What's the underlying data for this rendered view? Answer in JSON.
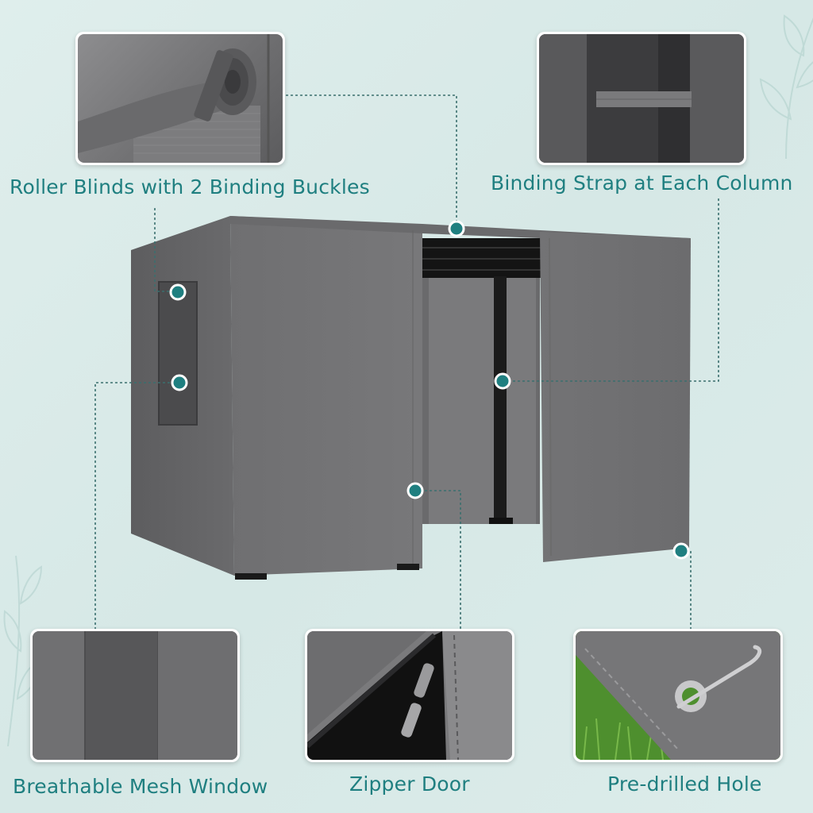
{
  "colors": {
    "accent": "#1f7f80",
    "enclosure": "#6e6e70",
    "background": "#dbeceb"
  },
  "features": {
    "roller_blinds": "Roller Blinds with 2 Binding Buckles",
    "binding_strap": "Binding Strap at Each Column",
    "mesh_window": "Breathable Mesh Window",
    "zipper_door": "Zipper Door",
    "pre_drilled_hole": "Pre-drilled Hole"
  }
}
